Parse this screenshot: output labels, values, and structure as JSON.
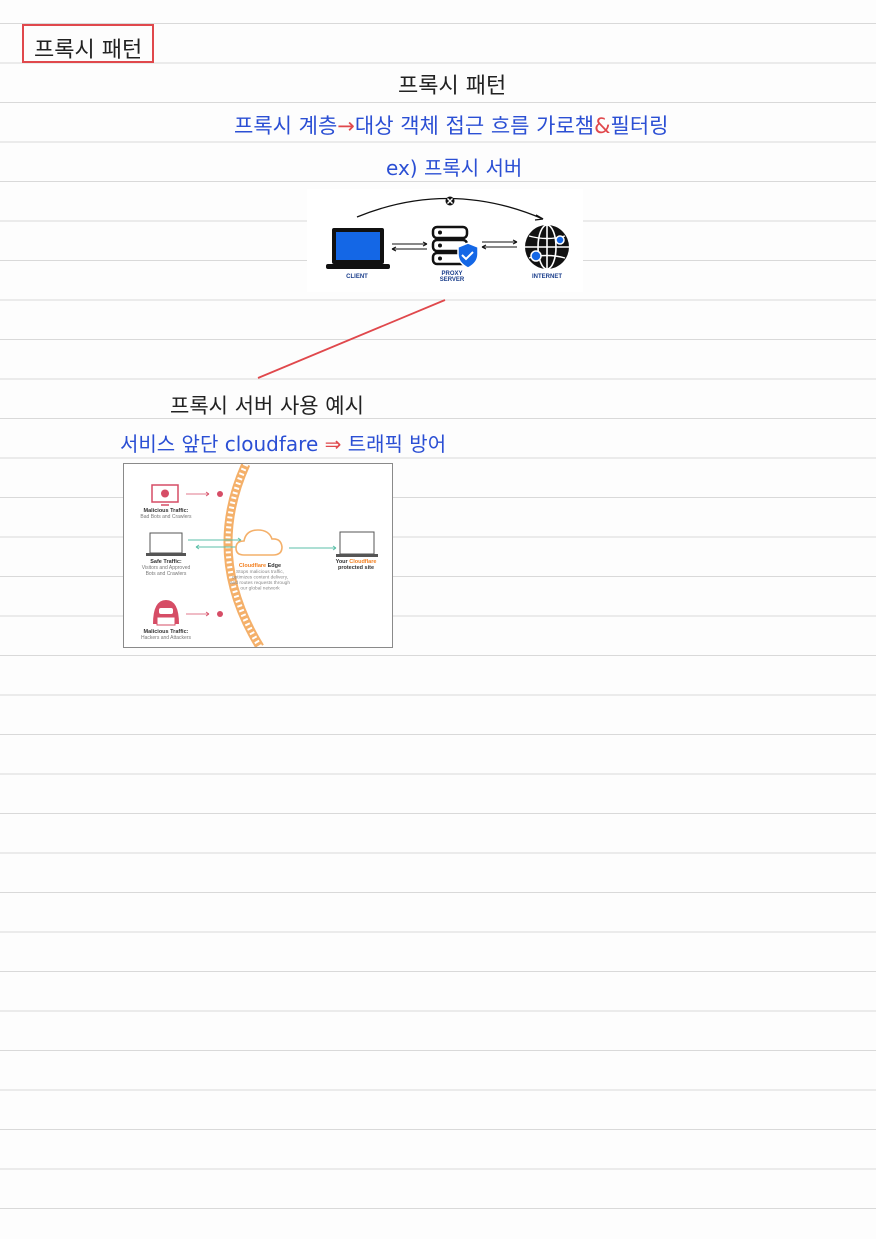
{
  "title_box": "프록시 패턴",
  "heading": "프록시 패턴",
  "line1": {
    "part1": "프록시 계층",
    "arrow": "→",
    "part2": "대상 객체 접근 흐름 가로챔",
    "amp": "&",
    "part3": "필터링"
  },
  "line2": "ex) 프록시 서버",
  "line3": "프록시 서버 사용 예시",
  "line4": {
    "part1": "서비스 앞단 cloudfare",
    "arrow": "⇒",
    "part2": "트래픽 방어"
  },
  "diagram1": {
    "client": "CLIENT",
    "proxy_line1": "PROXY",
    "proxy_line2": "SERVER",
    "internet": "INTERNET"
  },
  "diagram2": {
    "malicious1_title": "Malicious Traffic:",
    "malicious1_sub": "Bad Bots and Crawlers",
    "safe_title": "Safe Traffic:",
    "safe_sub1": "Visitors and Approved",
    "safe_sub2": "Bots and Crawlers",
    "malicious2_title": "Malicious Traffic:",
    "malicious2_sub": "Hackers and Attackers",
    "edge_brand": "Cloudflare",
    "edge_title": " Edge",
    "edge_desc1": "Stops malicious traffic,",
    "edge_desc2": "optimizes content delivery,",
    "edge_desc3": "and routes requests through",
    "edge_desc4": "our global network",
    "site_your": "Your ",
    "site_brand": "Cloudflare",
    "site_rest": "protected site"
  },
  "colors": {
    "pen_blue": "#2b4fd4",
    "pen_red": "#e0484c",
    "cloudflare_orange": "#f38020",
    "malicious_red": "#d64d66",
    "safe_teal": "#5bbfa8"
  }
}
